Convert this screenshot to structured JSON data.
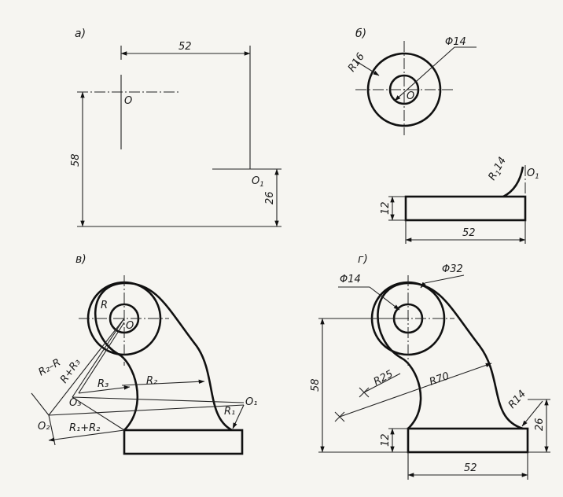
{
  "panels": {
    "a": {
      "label": "а)",
      "dim_width": "52",
      "dim_height": "58",
      "dim_offset": "26",
      "point_o": "O",
      "point_o1": "O",
      "point_o1_sub": "1"
    },
    "b": {
      "label": "б)",
      "radius": "R16",
      "diameter": "Φ14",
      "point_o": "O",
      "arc_radius": "R",
      "arc_radius_sub": "1",
      "arc_radius_val": "14",
      "point_o1": "O",
      "point_o1_sub": "1",
      "dim_height": "12",
      "dim_width": "52"
    },
    "v": {
      "label": "в)",
      "r": "R",
      "point_o": "O",
      "r2_minus_r": "R₂–R",
      "r_plus_r3": "R+R₃",
      "r3": "R₃",
      "r2": "R₂",
      "r1": "R₁",
      "r1_plus_r2": "R₁+R₂",
      "point_o1": "O₁",
      "point_o2": "O₂",
      "point_o3": "O₃"
    },
    "g": {
      "label": "г)",
      "diameter_small": "Φ14",
      "diameter_large": "Φ32",
      "dim_height": "58",
      "r25": "R25",
      "r70": "R70",
      "r14": "R14",
      "dim_26": "26",
      "dim_12": "12",
      "dim_width": "52"
    }
  }
}
